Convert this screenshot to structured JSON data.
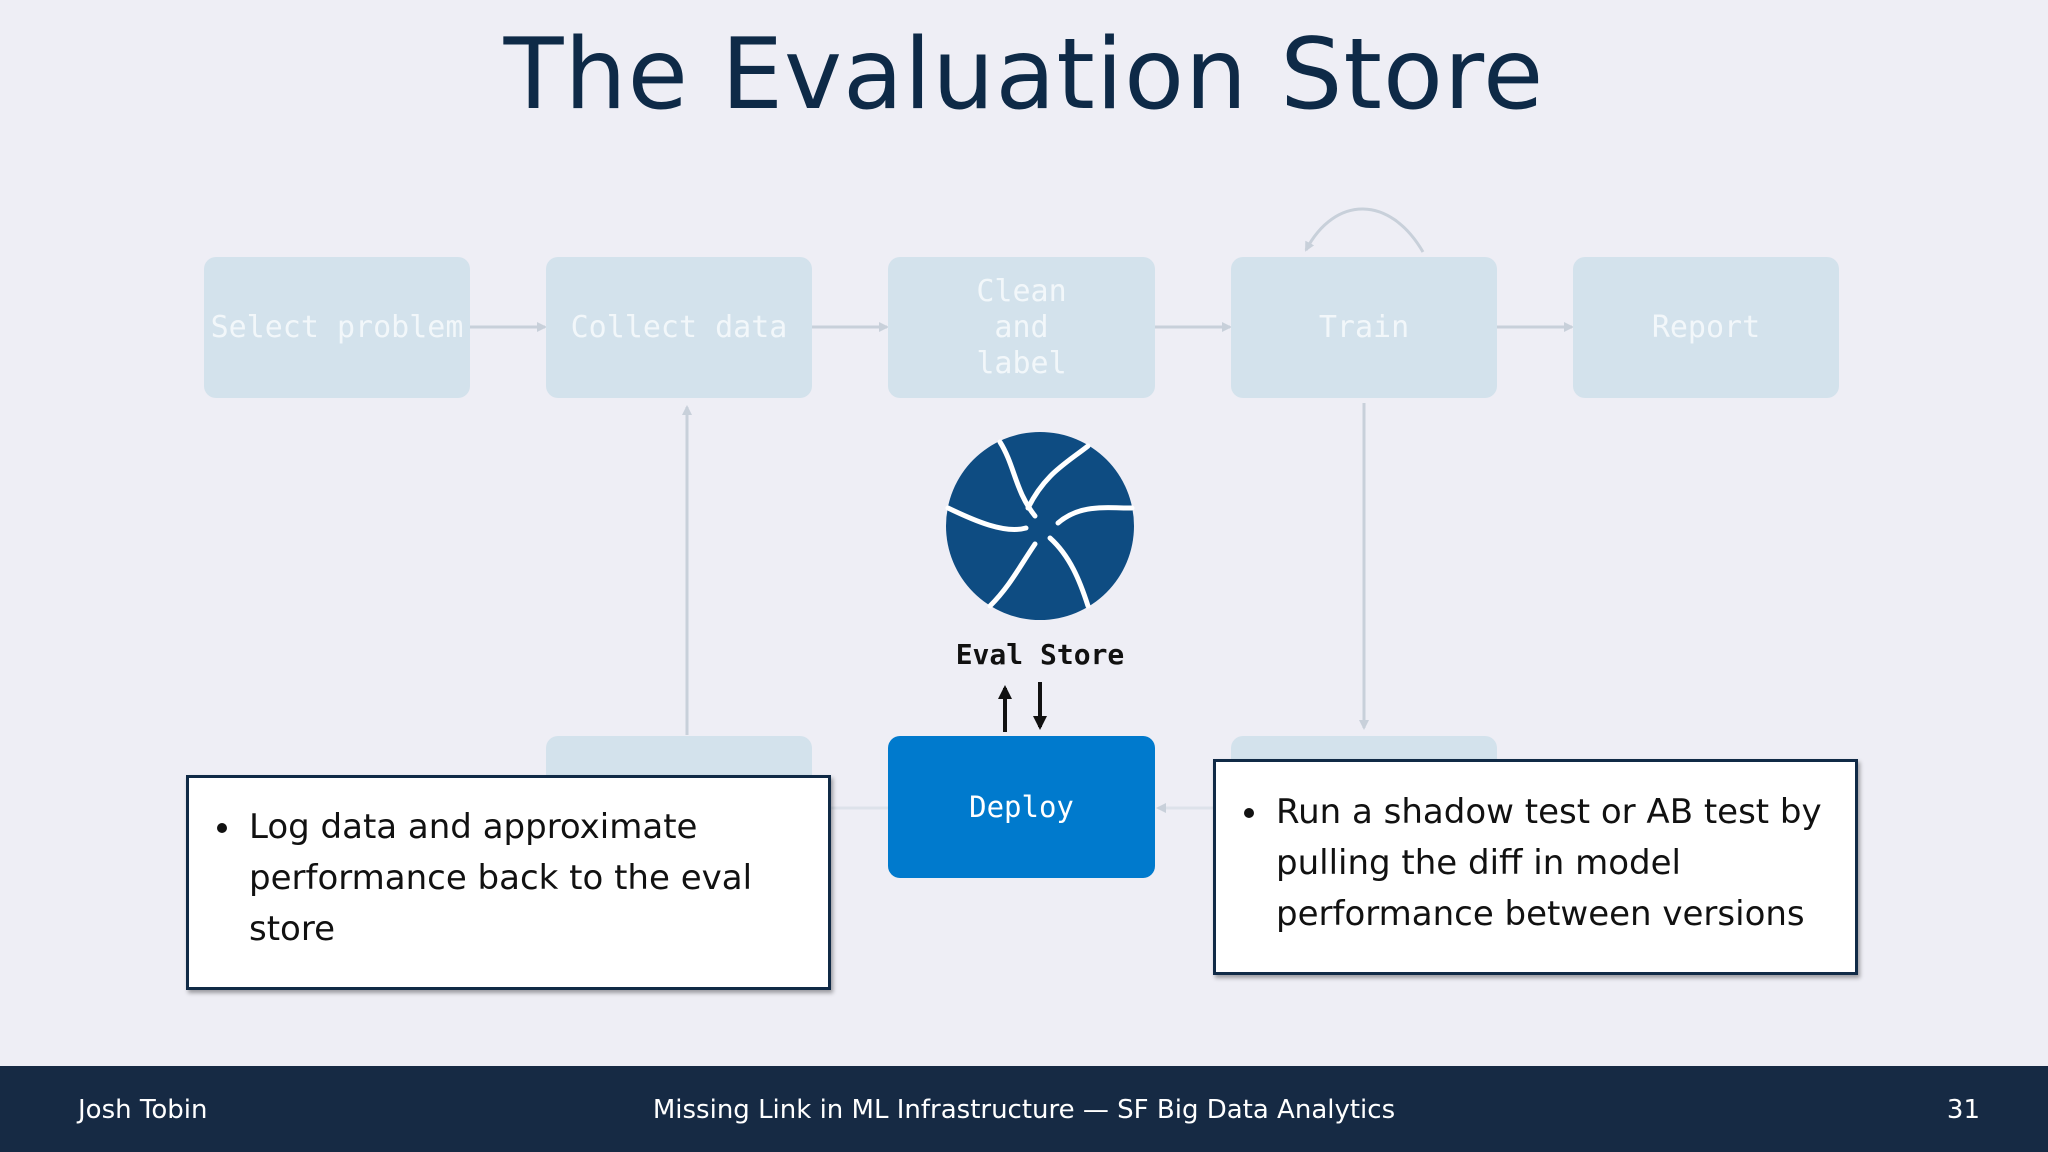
{
  "slide": {
    "title": "The Evaluation Store"
  },
  "workflow": {
    "steps": [
      {
        "label": "Select problem"
      },
      {
        "label": "Collect data"
      },
      {
        "label": "Clean and label"
      },
      {
        "label": "Train"
      },
      {
        "label": "Report"
      }
    ],
    "deploy_label": "Deploy"
  },
  "eval_store": {
    "label": "Eval Store",
    "logo_color": "#0e4c82"
  },
  "callouts": {
    "left": [
      "Log data and approximate performance back to the eval store"
    ],
    "right": [
      "Run a shadow test or AB test by pulling the diff in model performance between versions"
    ]
  },
  "footer": {
    "author": "Josh Tobin",
    "talk": "Missing Link in ML Infrastructure — SF Big Data Analytics",
    "page_number": "31"
  },
  "colors": {
    "background": "#eeeef5",
    "faded_node": "#d3e2ec",
    "deploy_node": "#007acd",
    "footer": "#162a44",
    "title": "#0e2a47"
  }
}
